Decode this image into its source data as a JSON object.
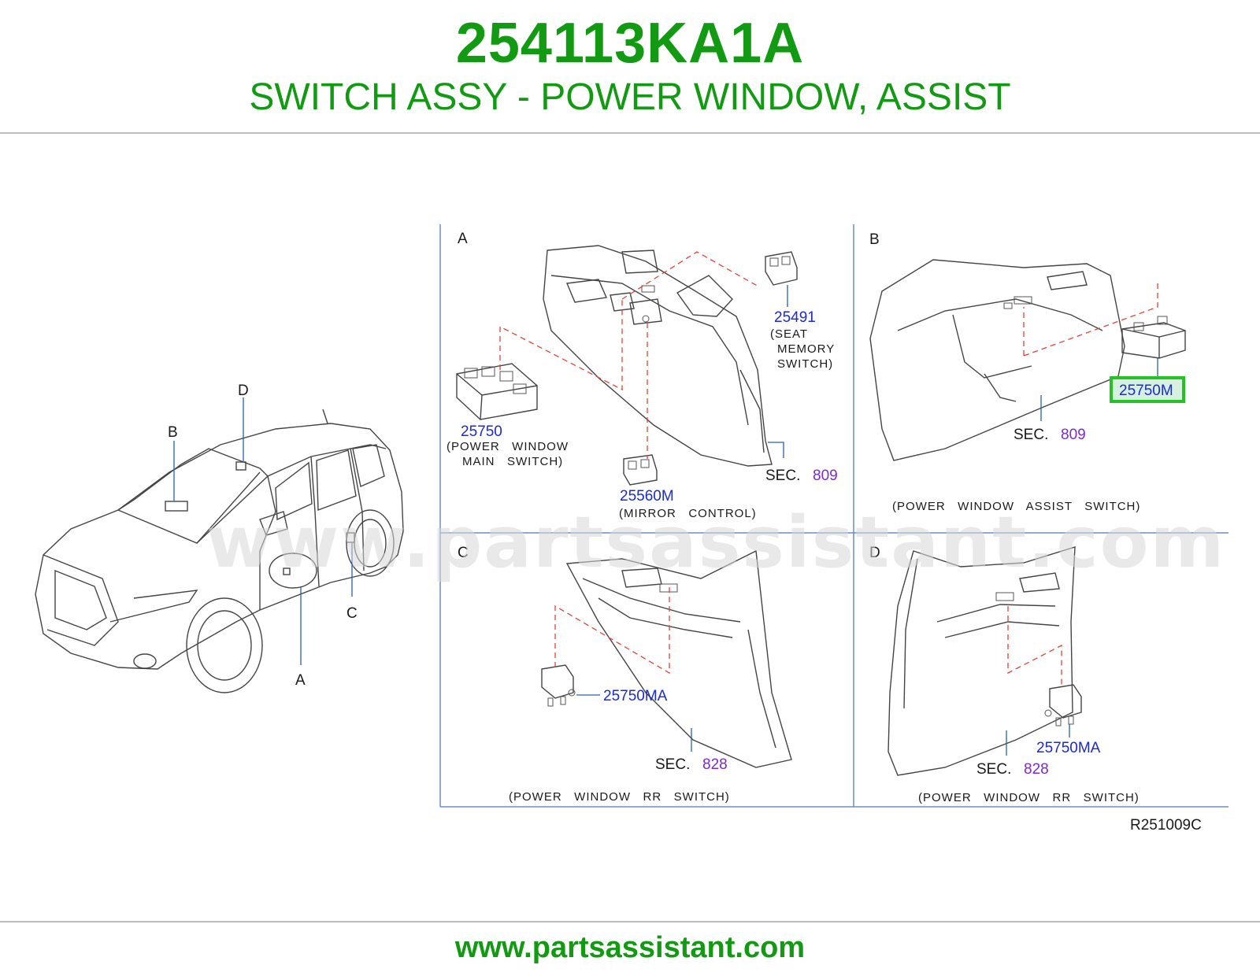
{
  "header": {
    "part_number": "254113KA1A",
    "part_name": "SWITCH ASSY - POWER WINDOW, ASSIST"
  },
  "footer": {
    "url": "www.partsassistant.com"
  },
  "watermark": "www.partsassistant.com",
  "diagram_code": "R251009C",
  "vehicle_callouts": {
    "a": "A",
    "b": "B",
    "c": "C",
    "d": "D"
  },
  "panel_a": {
    "letter": "A",
    "part_25491": "25491",
    "seat_memory_1": "(SEAT",
    "seat_memory_2": "MEMORY",
    "seat_memory_3": "SWITCH)",
    "part_25750": "25750",
    "main_switch_1": "(POWER   WINDOW",
    "main_switch_2": "MAIN   SWITCH)",
    "part_25560m": "25560M",
    "mirror_control": "(MIRROR   CONTROL)",
    "sec_label": "SEC.",
    "sec_num": "809"
  },
  "panel_b": {
    "letter": "B",
    "part_25750m": "25750M",
    "sec_label": "SEC.",
    "sec_num": "809",
    "caption": "(POWER   WINDOW   ASSIST   SWITCH)"
  },
  "panel_c": {
    "letter": "C",
    "part_25750ma": "25750MA",
    "sec_label": "SEC.",
    "sec_num": "828",
    "caption": "(POWER   WINDOW   RR   SWITCH)"
  },
  "panel_d": {
    "letter": "D",
    "part_25750ma": "25750MA",
    "sec_label": "SEC.",
    "sec_num": "828",
    "caption": "(POWER   WINDOW   RR   SWITCH)"
  },
  "colors": {
    "brand_green": "#129a12",
    "part_blue": "#1a2ad6",
    "section_purple": "#7a2ad6",
    "highlight_green": "#22c322",
    "leader_red": "#e0443a"
  }
}
